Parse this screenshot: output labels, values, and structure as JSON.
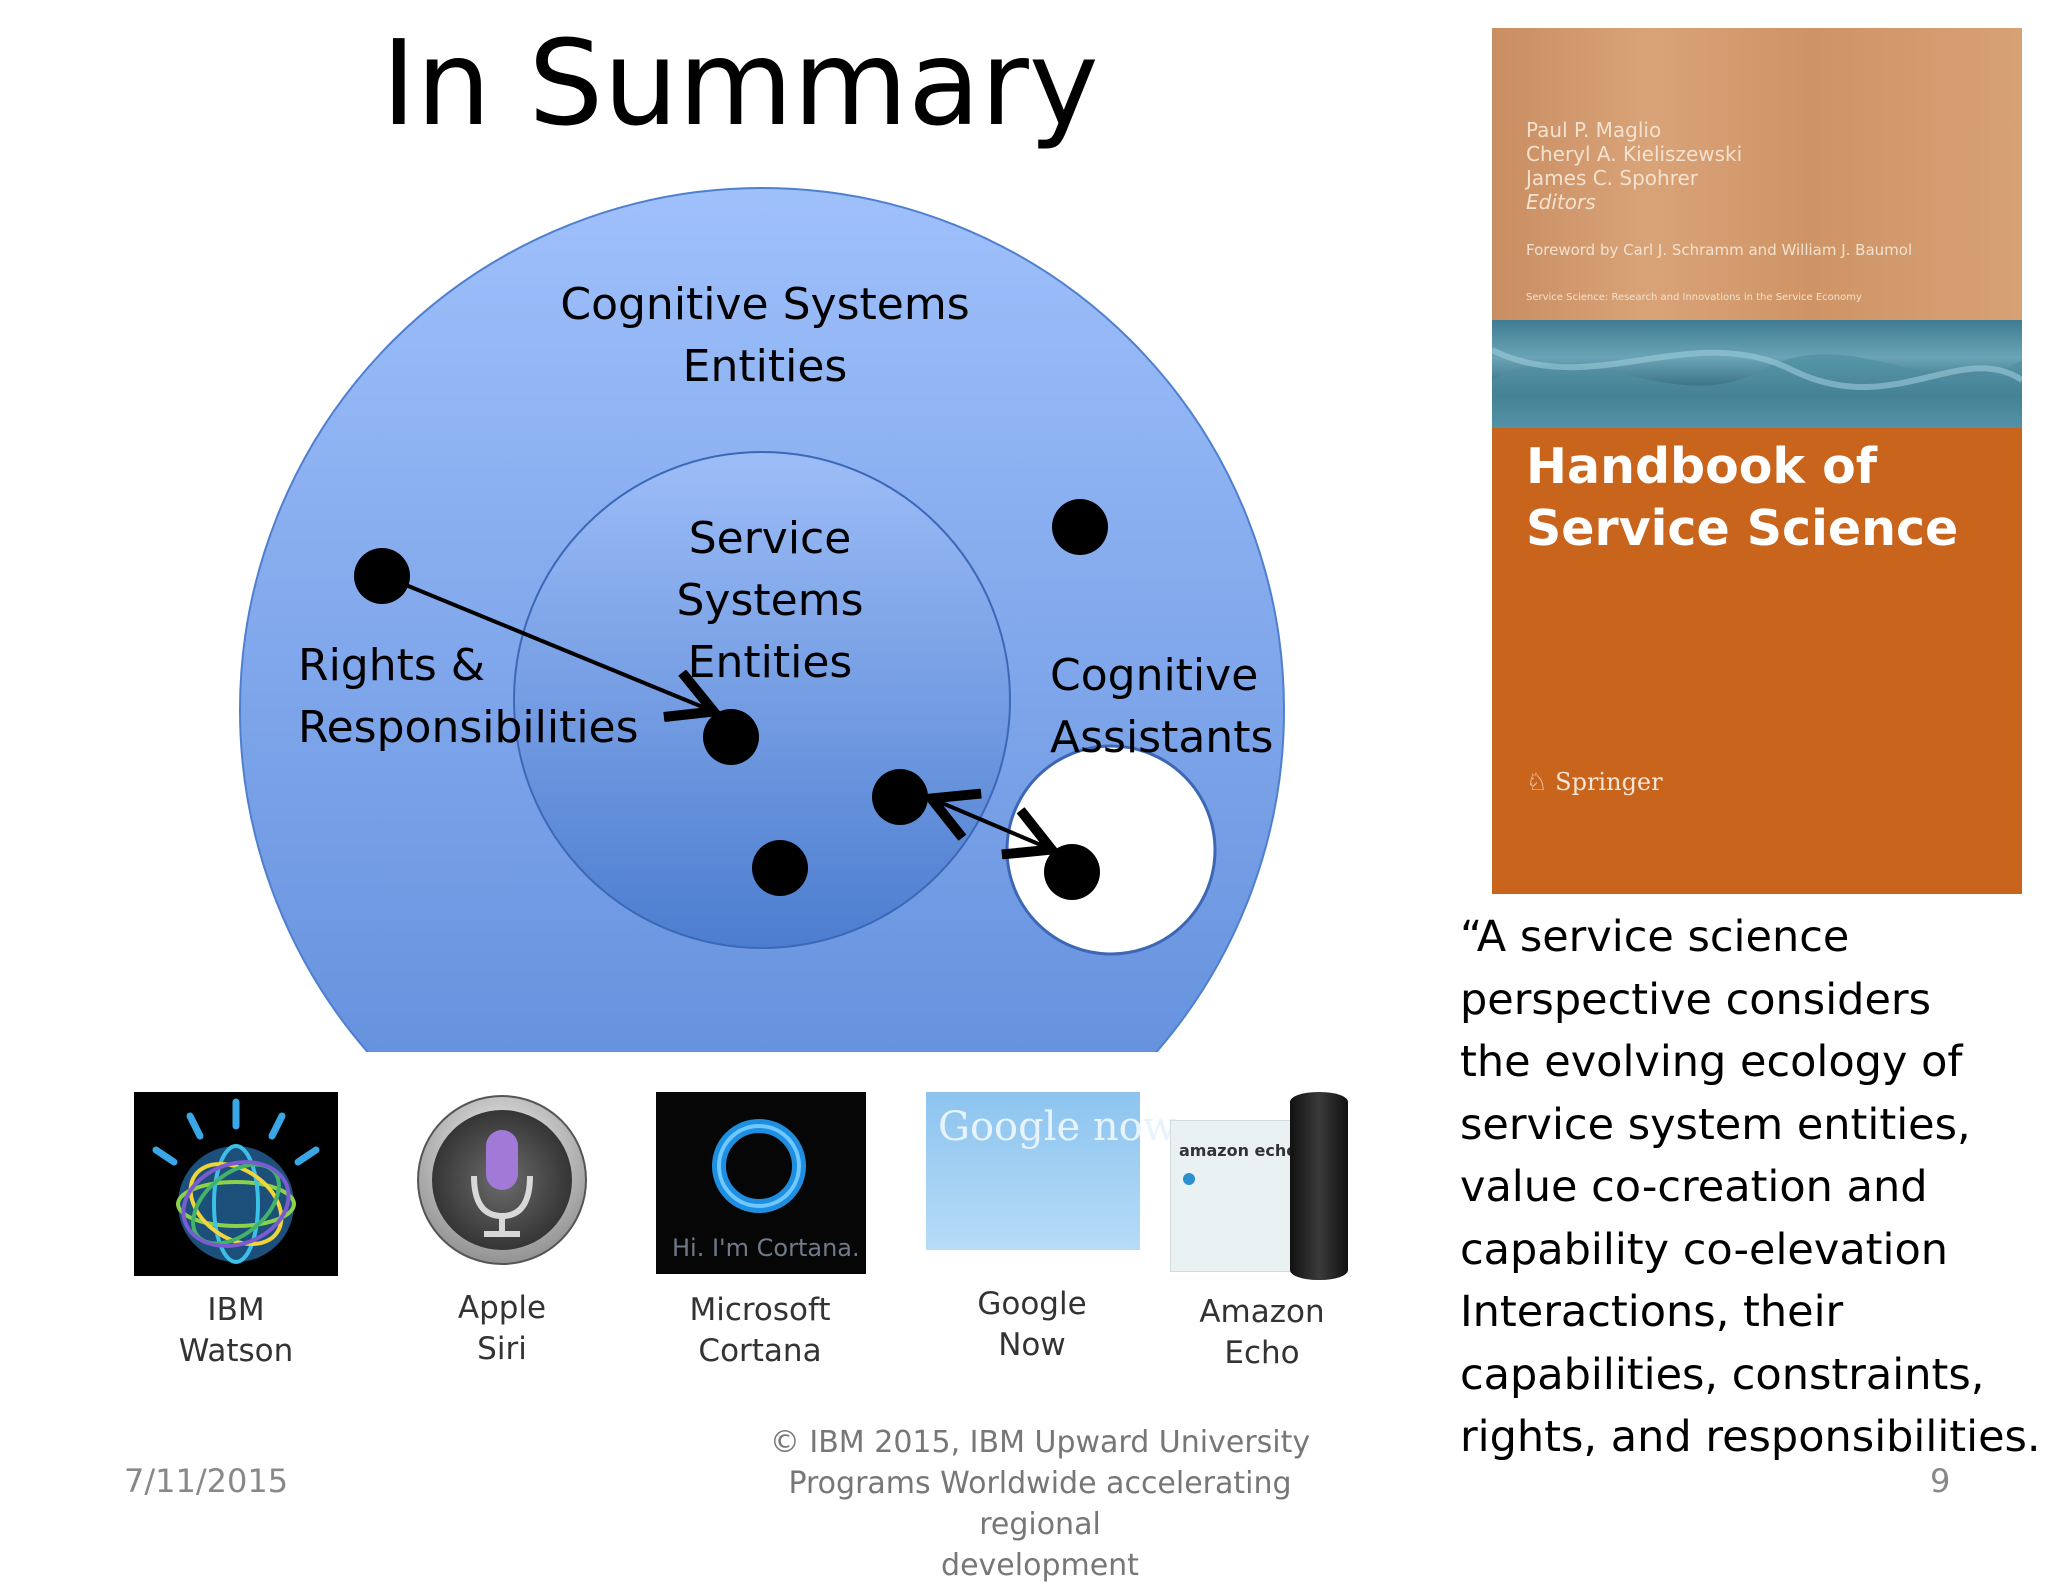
{
  "slide": {
    "title": "In Summary",
    "page_number": "9",
    "date": "7/11/2015",
    "copyright_lines": [
      "© IBM 2015, IBM Upward University",
      "Programs Worldwide accelerating regional",
      "development"
    ]
  },
  "diagram": {
    "outer_label": [
      "Cognitive Systems",
      "Entities"
    ],
    "inner_label": [
      "Service",
      "Systems",
      "Entities"
    ],
    "left_label": [
      "Rights &",
      "Responsibilities"
    ],
    "right_label": [
      "Cognitive",
      "Assistants"
    ],
    "colors": {
      "outer_circle": "#6f9be6",
      "inner_circle": "#7fa9ec",
      "entity_dot": "#000000",
      "assistant_circle": "#ffffff"
    }
  },
  "assistants": [
    {
      "icon": "ibm-watson-icon",
      "lines": [
        "IBM",
        "Watson"
      ]
    },
    {
      "icon": "apple-siri-icon",
      "lines": [
        "Apple",
        "Siri"
      ]
    },
    {
      "icon": "microsoft-cortana-icon",
      "lines": [
        "Microsoft",
        "Cortana"
      ],
      "tile_text": "Hi. I'm Cortana."
    },
    {
      "icon": "google-now-icon",
      "lines": [
        "Google",
        "Now"
      ],
      "tile_text": "Google now"
    },
    {
      "icon": "amazon-echo-icon",
      "lines": [
        "Amazon",
        "Echo"
      ],
      "tile_text": "amazon echo"
    }
  ],
  "book": {
    "editors": [
      "Paul P. Maglio",
      "Cheryl A. Kieliszewski",
      "James C. Spohrer",
      "Editors"
    ],
    "foreword": "Foreword by Carl J. Schramm and William J. Baumol",
    "series": "Service Science: Research and Innovations in the Service Economy",
    "title_lines": [
      "Handbook of",
      "Service Science"
    ],
    "publisher": "Springer",
    "colors": {
      "cover": "#c9641c"
    }
  },
  "quote_lines": [
    "“A service science",
    "perspective considers",
    "the evolving ecology of",
    "service system entities,",
    "value co-creation and",
    "capability co-elevation",
    "Interactions, their",
    "capabilities,  constraints,",
    "rights, and  responsibilities."
  ]
}
